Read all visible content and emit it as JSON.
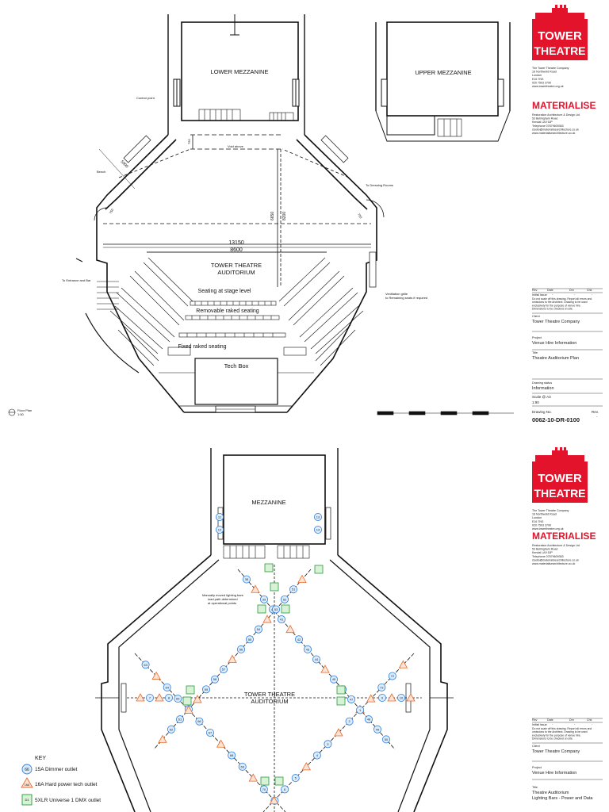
{
  "sheet1": {
    "rooms": {
      "lower_mezzanine": "LOWER MEZZANINE",
      "upper_mezzanine": "UPPER MEZZANINE",
      "auditorium_line1": "TOWER THEATRE",
      "auditorium_line2": "AUDITORIUM",
      "tech_box": "Tech Box"
    },
    "labels": {
      "stage_level": "Seating at stage level",
      "removable": "Removable raked seating",
      "fixed": "Fixed raked seating",
      "to_entrance": "To Entrance and Bar",
      "to_dressing": "To Dressing Rooms",
      "control_point": "Control point",
      "bench": "Bench",
      "void_above": "Void above",
      "plan_note_line1": "Floor Plan",
      "plan_note_line2": "1:50",
      "dimension_note_line1": "Ventilation grille",
      "dimension_note_line2": "to Remaining seats if required"
    },
    "dimensions": {
      "width_overall": "13150",
      "width_inner": "8600",
      "depth_a": "6650",
      "depth_b": "8200",
      "diag_a": "5900",
      "diag_b": "750",
      "diag_c": "750",
      "small_a": "750"
    }
  },
  "sheet2": {
    "rooms": {
      "mezzanine": "MEZZANINE",
      "auditorium_line1": "TOWER THEATRE",
      "auditorium_line2": "AUDITORIUM"
    },
    "note_line1": "Manually moved lighting bars",
    "note_line2": "load path determined",
    "note_line3": "at operational points",
    "key": {
      "title": "KEY",
      "dimmer_sample": "66",
      "dimmer": "15A Dimmer outlet",
      "hard_power_sample": "16A",
      "hard_power": "16A Hard power tech outlet",
      "dmx_sample": "D1",
      "dmx": "5XLR Universe 1 DMX outlet"
    },
    "dimmer_numbers": [
      "38",
      "39",
      "40",
      "41",
      "42",
      "43",
      "44",
      "45",
      "46",
      "47",
      "48",
      "49",
      "50",
      "51",
      "52",
      "53",
      "54",
      "55",
      "56",
      "57",
      "58",
      "59",
      "60",
      "61",
      "62",
      "63",
      "64",
      "65",
      "66",
      "67",
      "68",
      "69",
      "70",
      "71",
      "72",
      "73",
      "1",
      "2",
      "3",
      "4",
      "5",
      "6",
      "7",
      "8",
      "9",
      "10",
      "11",
      "12",
      "13",
      "14",
      "15",
      "16",
      "17",
      "18",
      "19",
      "20",
      "21",
      "22",
      "23",
      "24",
      "25",
      "26",
      "27",
      "28",
      "29",
      "30",
      "31",
      "32",
      "33",
      "34",
      "35",
      "36",
      "37"
    ]
  },
  "titleblock1": {
    "tower_line1": "TOWER",
    "tower_line2": "THEATRE",
    "company_lines": [
      "The Tower Theatre Company",
      "16 Northwold Road",
      "London",
      "E16 7NS",
      "020 7503 3790",
      "www.towertheatre.org.uk"
    ],
    "materialise": "MATERIALISE",
    "mat_lines": [
      "Restoration Architecture & Design Ltd",
      "53 Bellingham Road",
      "Kendal LA9 5JP",
      "Telephone 07879609363",
      "studio@materialisearchitecture.co.uk",
      "www.materialisearchitecture.co.uk"
    ],
    "rev_headers": [
      "Rev",
      "Date",
      "Drn",
      "Chk"
    ],
    "rev_row": [
      "-",
      "-",
      "-",
      "-"
    ],
    "note_title": "Initial issue",
    "note_lines": [
      "Do not scale off this drawing. Report all errors and",
      "omissions to the Architect. Drawing to be used",
      "exclusively for the purpose of venue hire.",
      "Dimensions to be checked on site."
    ],
    "client_label": "Client",
    "client": "Tower Theatre Company",
    "project_label": "Project",
    "project": "Venue Hire Information",
    "title_label": "Title",
    "title": "Theatre Auditorium Plan",
    "status_label": "Drawing status",
    "status": "Information",
    "scale_label": "Scale @ A3",
    "scale": "1:90",
    "drawing_no_label": "Drawing No.",
    "drawing_no": "0062-10-DR-0100",
    "rev_label": "Rev.",
    "rev_value": "-"
  },
  "titleblock2": {
    "tower_line1": "TOWER",
    "tower_line2": "THEATRE",
    "company_lines": [
      "The Tower Theatre Company",
      "16 Northwold Road",
      "London",
      "E16 7NS",
      "020 7503 3790",
      "www.towertheatre.org.uk"
    ],
    "materialise": "MATERIALISE",
    "mat_lines": [
      "Restoration Architecture & Design Ltd",
      "53 Bellingham Road",
      "Kendal LA9 5JP",
      "Telephone 07879609363",
      "studio@materialisearchitecture.co.uk",
      "www.materialisearchitecture.co.uk"
    ],
    "rev_headers": [
      "Rev",
      "Date",
      "Drn",
      "Chk"
    ],
    "rev_row": [
      "-",
      "-",
      "-",
      "-"
    ],
    "note_title": "Initial issue",
    "note_lines": [
      "Do not scale off this drawing. Report all errors and",
      "omissions to the Architect. Drawing to be used",
      "exclusively for the purpose of venue hire.",
      "Dimensions to be checked on site."
    ],
    "client_label": "Client",
    "client": "Tower Theatre Company",
    "project_label": "Project",
    "project": "Venue Hire Information",
    "title_label": "Title",
    "title_line1": "Theatre Auditorium",
    "title_line2": "Lighting Bars - Power and Data"
  },
  "colors": {
    "brand_red": "#e3132c",
    "dimmer_blue": "#2f7fd8",
    "dimmer_fill": "#dcecff",
    "power_orange": "#e66a2c",
    "power_fill": "#fde3d3",
    "dmx_green": "#2a9a3a",
    "dmx_fill": "#d8f2d8"
  }
}
